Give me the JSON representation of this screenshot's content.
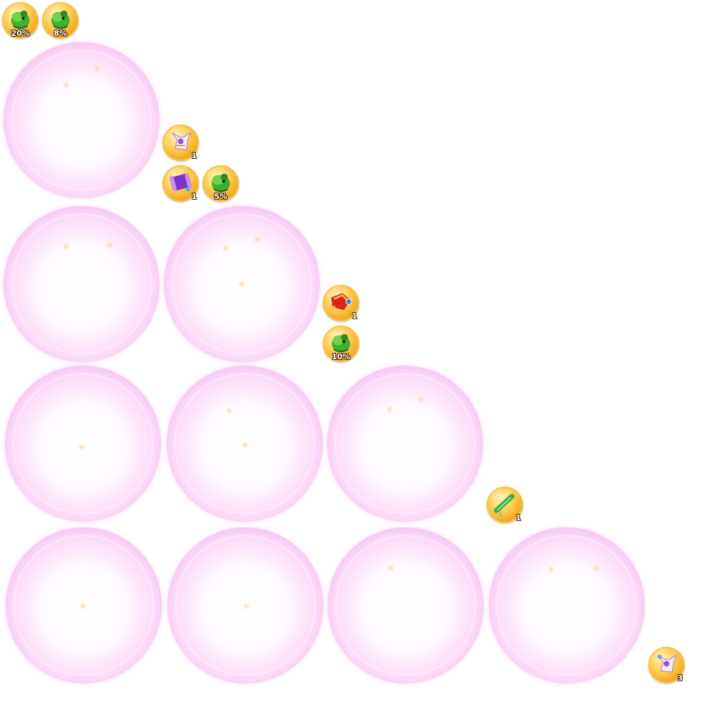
{
  "colors": {
    "bubble_pink": "#e98ce6",
    "coin_gold": "#f0a21a",
    "badge_text": "#ffffff",
    "badge_outline": "#3a1a00"
  },
  "rewards": [
    {
      "icon": "green-beast-icon",
      "label": "20%"
    },
    {
      "icon": "green-beast-icon",
      "label": "8%"
    },
    {
      "icon": "white-fox-icon",
      "label": "1"
    },
    {
      "icon": "purple-scroll-icon",
      "label": "1"
    },
    {
      "icon": "green-beast-icon",
      "label": "5%"
    },
    {
      "icon": "red-lantern-icon",
      "label": "1"
    },
    {
      "icon": "green-beast-icon",
      "label": "10%"
    },
    {
      "icon": "jade-flute-icon",
      "label": "1"
    },
    {
      "icon": "white-fox-icon",
      "label": "3"
    }
  ],
  "bubbles": {
    "rows": [
      1,
      2,
      3,
      4
    ]
  }
}
